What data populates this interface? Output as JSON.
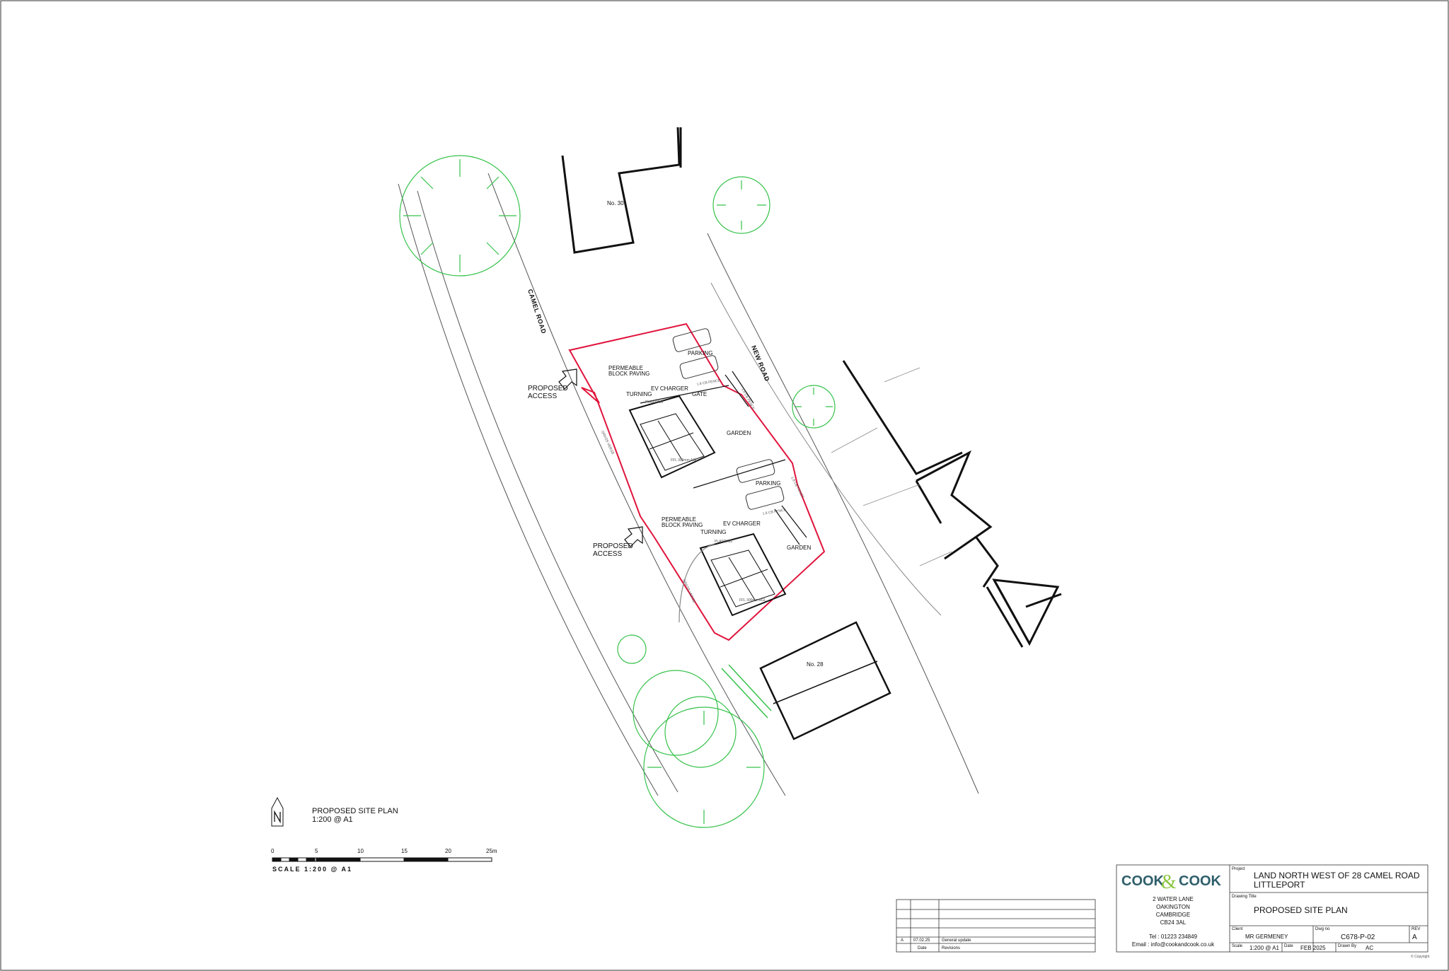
{
  "plan": {
    "title": "PROPOSED SITE PLAN",
    "scale_note": "1:200 @ A1",
    "scale_bar_caption": "SCALE  1:200  @  A1",
    "scale_ticks": [
      "0",
      "5",
      "10",
      "15",
      "20",
      "25m"
    ]
  },
  "site": {
    "roads": {
      "camel_road": "CAMEL ROAD",
      "new_road": "NEW ROAD"
    },
    "access": {
      "north": [
        "PROPOSED",
        "ACCESS"
      ],
      "south": [
        "PROPOSED",
        "ACCESS"
      ]
    },
    "houses": {
      "no30": "No. 30",
      "no28": "No. 28"
    },
    "plot1": {
      "paving": [
        "PERMEABLE",
        "BLOCK PAVING"
      ],
      "turning": "TURNING",
      "ev": "EV CHARGER",
      "parking": "PARKING",
      "gate": "GATE",
      "fence": "1.8 CB FENCE",
      "fence_side": "1.8 CB FENCE",
      "garden": "GARDEN",
      "planting": "PLANTING",
      "ffl": "FFL 300mm AGL",
      "hedge": "GRASS VERGE"
    },
    "plot2": {
      "paving": [
        "PERMEABLE",
        "BLOCK PAVING"
      ],
      "turning": "TURNING",
      "ev": "EV CHARGER",
      "parking": "PARKING",
      "fence": "1.8 CB FENCE",
      "fence_side": "1.8 CB FENCE",
      "garden": "GARDEN",
      "planting": "PLANTING",
      "ffl": "FFL 300mm AGL",
      "hedge": "GRASS VERGE"
    }
  },
  "revisions": {
    "rows": [
      {
        "rev": "A",
        "date": "07.02.25",
        "desc": "General update"
      }
    ],
    "headers": {
      "date": "Date",
      "desc": "Revisions"
    }
  },
  "titleblock": {
    "company": {
      "part1": "COOK",
      "amp": "&",
      "part2": "COOK"
    },
    "address": [
      "2 WATER LANE",
      "OAKINGTON",
      "CAMBRIDGE",
      "CB24 3AL"
    ],
    "tel": "Tel : 01223 234849",
    "email": "Email : info@cookandcook.co.uk",
    "project_label": "Project",
    "project": [
      "LAND NORTH WEST OF 28 CAMEL ROAD",
      "LITTLEPORT"
    ],
    "drawing_title_label": "Drawing Title",
    "drawing_title": "PROPOSED SITE PLAN",
    "client_label": "Client",
    "client": "MR GERMENEY",
    "dwg_no_label": "Dwg no",
    "dwg_no": "C678-P-02",
    "rev_label": "REV",
    "rev": "A",
    "scale_label": "Scale",
    "scale": "1:200 @ A1",
    "date_label": "Date",
    "date": "FEB 2025",
    "drawn_label": "Drawn By",
    "drawn": "AC",
    "copyright": "© Copyright"
  },
  "colors": {
    "boundary": "#e0143c",
    "trees": "#35c24b",
    "company_green": "#8cc63f",
    "company_dark": "#2f5f6b"
  }
}
